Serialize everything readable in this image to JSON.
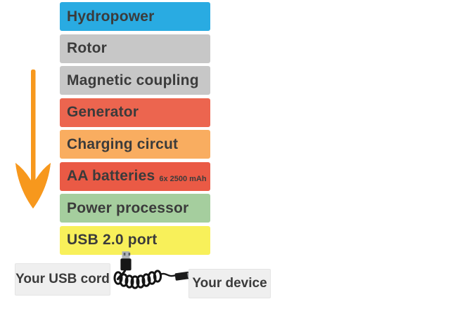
{
  "diagram": {
    "subject": "hydropower-usb-charger-flow",
    "stack": {
      "boxes": [
        {
          "label": "Hydropower",
          "color": "#29abe2"
        },
        {
          "label": "Rotor",
          "color": "#c7c7c7"
        },
        {
          "label": "Magnetic coupling",
          "color": "#c7c7c7"
        },
        {
          "label": "Generator",
          "color": "#ec654f"
        },
        {
          "label": "Charging circut",
          "color": "#f9ad60"
        },
        {
          "label": "AA batteries",
          "sublabel": "6x 2500 mAh",
          "color": "#ea5a45"
        },
        {
          "label": "Power processor",
          "color": "#a5ce9e"
        },
        {
          "label": "USB 2.0 port",
          "color": "#f8f05a"
        }
      ]
    },
    "flow_arrow": {
      "direction": "down",
      "color": "#f7981d"
    },
    "footer_labels": {
      "usb_cord": "Your USB cord",
      "device": "Your device"
    },
    "colors": {
      "text": "#3b3b3b",
      "tag_background": "#efefef",
      "tag_border": "#e4e4e4",
      "cable_black": "#1a1a1a",
      "connector_metal": "#aeb2b6"
    }
  }
}
